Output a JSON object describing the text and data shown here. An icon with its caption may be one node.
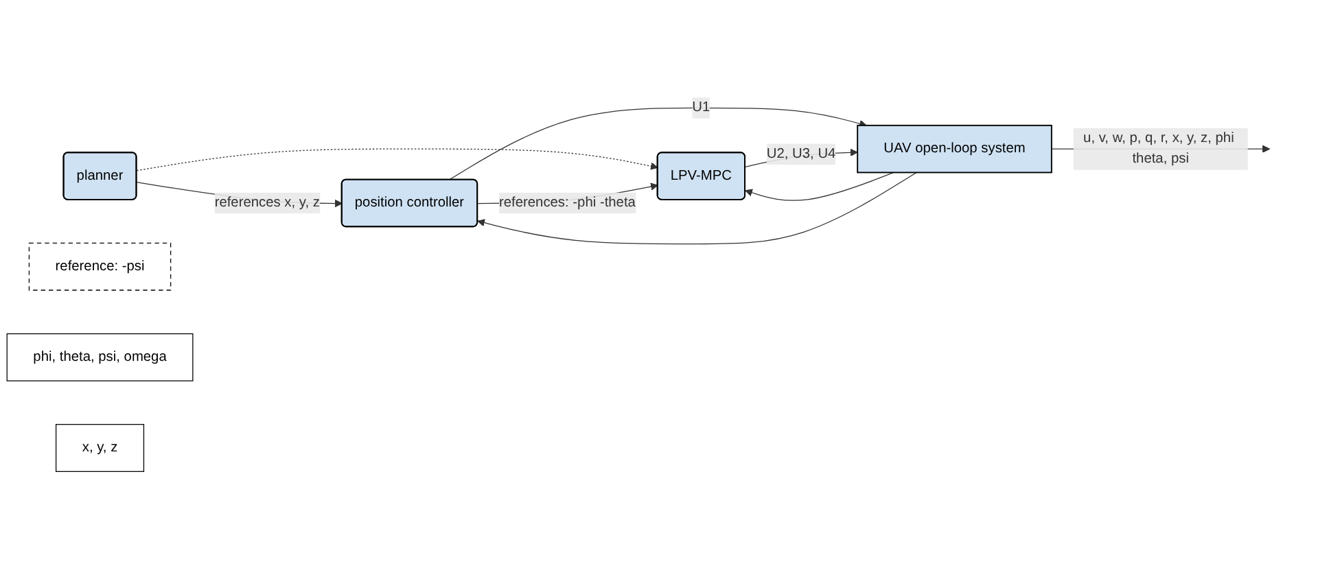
{
  "diagram": {
    "nodes": [
      {
        "text": [
          "planner"
        ]
      },
      {
        "text": [
          "position controller"
        ]
      },
      {
        "text": [
          "LPV-MPC"
        ]
      },
      {
        "text": [
          "UAV open-loop system"
        ]
      },
      {
        "text": [
          "reference: -psi"
        ]
      },
      {
        "text": [
          "phi, theta, psi, omega"
        ]
      },
      {
        "text": [
          "x, y, z"
        ]
      }
    ],
    "edges": [
      {
        "from": 0,
        "to": 1,
        "arrow": "to",
        "label": "references x, y, z"
      },
      {
        "from": 0,
        "to": 2,
        "arrow": "to",
        "style": "dashed"
      },
      {
        "from": 1,
        "to": 2,
        "arrow": "to",
        "label": "references: -phi -theta"
      },
      {
        "from": 1,
        "to": 3,
        "arrow": "to",
        "label": "U1"
      },
      {
        "from": 2,
        "to": 3,
        "arrow": "to",
        "label": "U2, U3, U4"
      },
      {
        "from": 3,
        "to": null,
        "arrow": "to",
        "label": "u, v, w, p, q, r, x, y, z, phi theta, psi"
      },
      {
        "from": 3,
        "to": 2,
        "arrow": "to"
      },
      {
        "from": 3,
        "to": 1,
        "arrow": "to"
      }
    ]
  }
}
